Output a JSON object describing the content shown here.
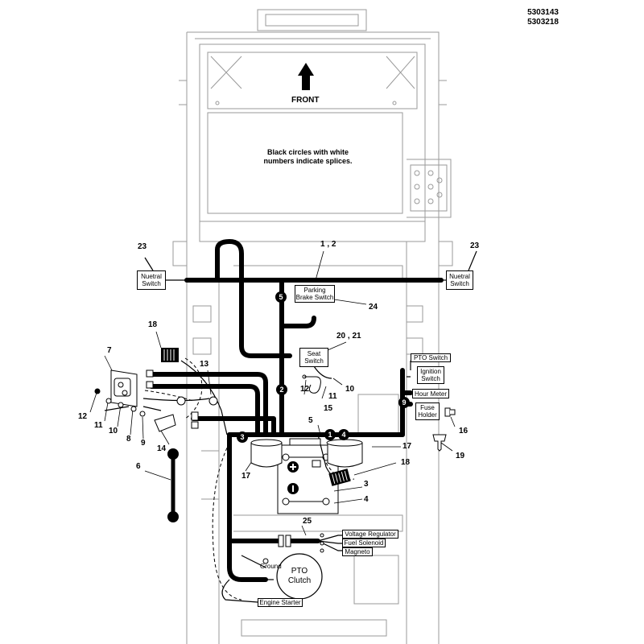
{
  "part_numbers": "5303143\n5303218",
  "front_label": "FRONT",
  "note": "Black circles with white\nnumbers indicate splices.",
  "components": {
    "nuetral_switch_left": "Nuetral\nSwitch",
    "nuetral_switch_right": "Nuetral\nSwitch",
    "parking_brake_switch": "Parking\nBrake Switch",
    "seat_switch": "Seat\nSwitch",
    "pto_switch": "PTO Switch",
    "ignition_switch": "Ignition\nSwitch",
    "hour_meter": "Hour Meter",
    "fuse_holder": "Fuse\nHolder",
    "voltage_regulator": "Voltage Regulator",
    "fuel_solenoid": "Fuel Solenoid",
    "magneto": "Magneto",
    "engine_starter": "Engine Starter",
    "pto_clutch": "PTO\nClutch",
    "ground": "Ground"
  },
  "callouts": {
    "c_1_2": "1 , 2",
    "c_23_left": "23",
    "c_23_right": "23",
    "c_24": "24",
    "c_20_21": "20 , 21",
    "c_18_top": "18",
    "c_7": "7",
    "c_13": "13",
    "c_12_left": "12",
    "c_11_left": "11",
    "c_10_left": "10",
    "c_8": "8",
    "c_9": "9",
    "c_14": "14",
    "c_6": "6",
    "c_12_mid": "12",
    "c_11_mid": "11",
    "c_10_mid": "10",
    "c_15": "15",
    "c_5": "5",
    "c_17_left": "17",
    "c_17_right": "17",
    "c_18_bottom": "18",
    "c_3": "3",
    "c_4": "4",
    "c_25": "25",
    "c_16": "16",
    "c_19": "19"
  },
  "splices": [
    "1",
    "2",
    "3",
    "4",
    "5",
    "9"
  ]
}
